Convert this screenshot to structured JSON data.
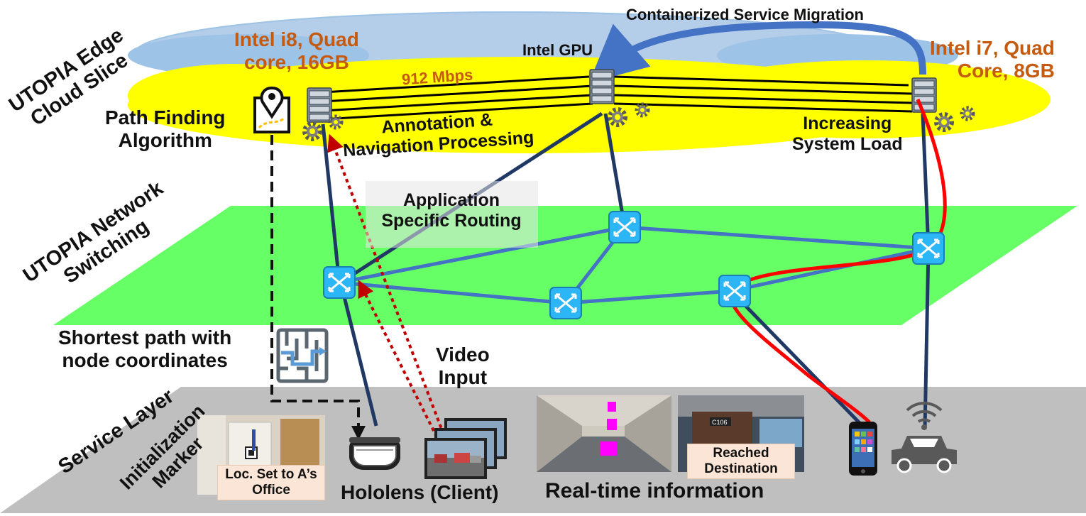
{
  "layers": {
    "edge_cloud": "UTOPIA Edge Cloud Slice",
    "edge_cloud_line1": "UTOPIA Edge",
    "edge_cloud_line2": "Cloud Slice",
    "network_line1": "UTOPIA Network",
    "network_line2": "Switching",
    "service": "Service Layer"
  },
  "top_label": "Containerized Service Migration",
  "servers": {
    "left_line1": "Intel i8, Quad",
    "left_line2": "core, 16GB",
    "middle": "Intel GPU",
    "right_line1": "Intel i7, Quad",
    "right_line2": "Core, 8GB"
  },
  "link_speed": "912 Mbps",
  "path_finding_line1": "Path Finding",
  "path_finding_line2": "Algorithm",
  "annotation_line1": "Annotation &",
  "annotation_line2": "Navigation Processing",
  "load_line1": "Increasing",
  "load_line2": "System Load",
  "routing_line1": "Application",
  "routing_line2": "Specific Routing",
  "shortest_line1": "Shortest path with",
  "shortest_line2": "node coordinates",
  "video_line1": "Video",
  "video_line2": "Input",
  "init_line1": "Initialization",
  "init_line2": "Marker",
  "loc_tag_line1": "Loc. Set to A’s",
  "loc_tag_line2": "Office",
  "reached_line1": "Reached",
  "reached_line2": "Destination",
  "door_sign": "C106",
  "hololens": "Hololens (Client)",
  "realtime": "Real-time information",
  "colors": {
    "cloud_yellow": "#ffff00",
    "cloud_blue": "#9dc3e6",
    "network_green": "#66ff66",
    "service_gray": "#bfbfbf",
    "link_navy": "#203864",
    "switch_link": "#4472c4",
    "red_path": "#ff0000",
    "dotted_red": "#c00000",
    "label_orange": "#c55a11",
    "switch_fill": "#2db6f5"
  }
}
